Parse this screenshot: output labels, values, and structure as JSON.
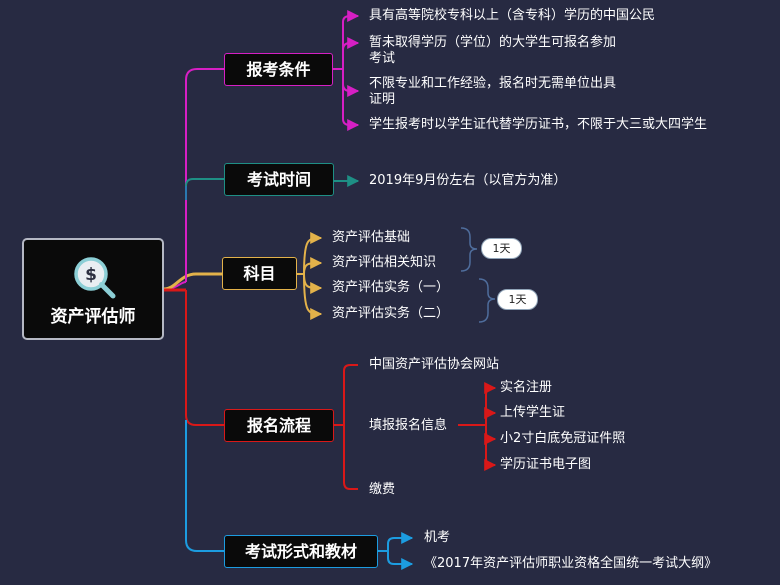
{
  "colors": {
    "background": "#272a42",
    "branch_conditions": "#d61fc4",
    "branch_time": "#1e8f85",
    "branch_subjects": "#e3b24a",
    "branch_process": "#d91818",
    "branch_format": "#1c9ce0"
  },
  "root": {
    "label": "资产评估师",
    "icon": "money-magnifier-icon"
  },
  "conditions": {
    "label": "报考条件",
    "items": [
      "具有高等院校专科以上（含专科）学历的中国公民",
      "暂未取得学历（学位）的大学生可报名参加",
      "考试",
      "不限专业和工作经验，报名时无需单位出具",
      "证明",
      "学生报考时以学生证代替学历证书，不限于大三或大四学生"
    ]
  },
  "time": {
    "label": "考试时间",
    "items": [
      "2019年9月份左右（以官方为准）"
    ]
  },
  "subjects": {
    "label": "科目",
    "items": [
      "资产评估基础",
      "资产评估相关知识",
      "资产评估实务（一）",
      "资产评估实务（二）"
    ],
    "durations": [
      "1天",
      "1天"
    ]
  },
  "process": {
    "label": "报名流程",
    "items": [
      "中国资产评估协会网站",
      "填报报名信息",
      "缴费"
    ],
    "sub_items": [
      "实名注册",
      "上传学生证",
      "小2寸白底免冠证件照",
      "学历证书电子图"
    ]
  },
  "format": {
    "label": "考试形式和教材",
    "items": [
      "机考",
      "《2017年资产评估师职业资格全国统一考试大纲》"
    ]
  }
}
